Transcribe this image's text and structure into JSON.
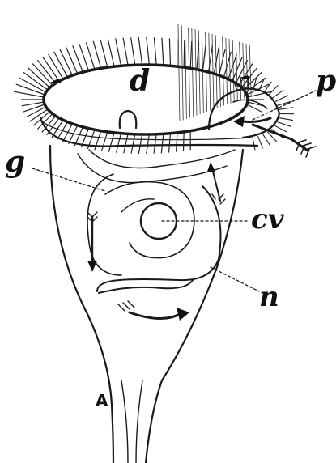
{
  "figure": {
    "labels": {
      "d": "d",
      "p": "p",
      "g": "g",
      "cv": "cv",
      "n": "n",
      "A": "A"
    }
  }
}
